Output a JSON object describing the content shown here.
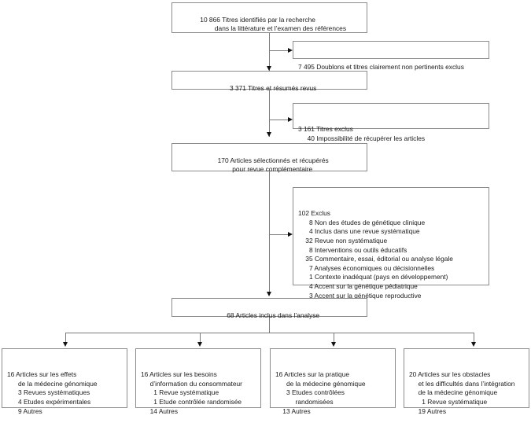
{
  "figure": {
    "type": "flow-diagram",
    "language": "fr",
    "title_visible": false
  },
  "nodes": {
    "records_identified": {
      "id": "records-identified",
      "lines": "10 866 Titres identifiés par la recherche\n        dans la littérature et l’examen des références"
    },
    "duplicates_excluded": {
      "id": "duplicates-excluded",
      "lines": "7 495 Doublons et titres clairement non pertinents exclus"
    },
    "titles_abstracts_reviewed": {
      "id": "titles-abstracts-reviewed",
      "lines": "3 371 Titres et résumés revus"
    },
    "titles_excluded": {
      "id": "titles-excluded",
      "lines": "3 161 Titres exclus\n     40 Impossibilité de récupérer les articles"
    },
    "articles_retrieved": {
      "id": "articles-retrieved",
      "lines": "170 Articles sélectionnés et récupérés\n        pour revue complémentaire"
    },
    "articles_excluded": {
      "id": "articles-excluded",
      "lines": "102 Exclus\n      8 Non des études de génétique clinique\n      4 Inclus dans une revue systématique\n    32 Revue non systématique\n      8 Interventions ou outils éducatifs\n    35 Commentaire, essai, éditorial ou analyse légale\n      7 Analyses économiques ou décisionnelles\n      1 Contexte inadéquat (pays en développement)\n      4 Accent sur la génétique pédiatrique\n      3 Accent sur la génétique reproductive"
    },
    "articles_included": {
      "id": "articles-included",
      "lines": "68 Articles inclus dans l’analyse"
    }
  },
  "outcome_boxes": [
    {
      "id": "outcome-effects",
      "lines": "16 Articles sur les effets\n      de la médecine génomique\n      3 Revues systématiques\n      4 Etudes expérimentales\n      9 Autres"
    },
    {
      "id": "outcome-information-needs",
      "lines": "16 Articles sur les besoins\n     d’information du consommateur\n       1 Revue systématique\n       1 Etude contrôlée randomisée\n     14 Autres"
    },
    {
      "id": "outcome-practice",
      "lines": "16 Articles sur la pratique\n      de la médecine génomique\n      3 Etudes contrôlées\n           randomisées\n    13 Autres"
    },
    {
      "id": "outcome-barriers",
      "lines": "20 Articles sur les obstacles\n     et les difficultés dans l’intégration\n     de la médecine génomique\n       1 Revue systématique\n     19 Autres"
    }
  ],
  "colors": {
    "box_border": "#8c8c8c",
    "connector": "#7a7a7a",
    "arrow": "#111111",
    "text": "#1a1a1a",
    "background": "#ffffff"
  }
}
